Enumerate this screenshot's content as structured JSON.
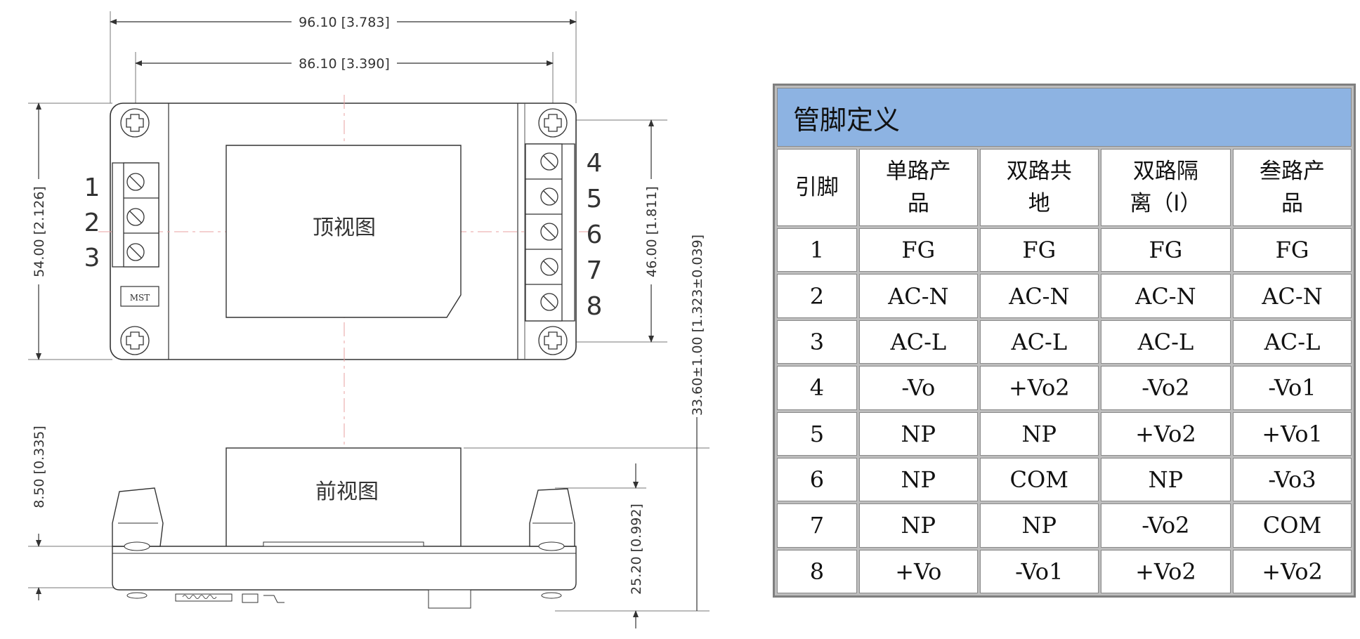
{
  "dimensions": {
    "overall_width": "96.10 [3.783]",
    "hole_spacing_width": "86.10 [3.390]",
    "overall_depth": "54.00 [2.126]",
    "hole_spacing_depth": "46.00 [1.811]",
    "total_height": "33.60±1.00 [1.323±0.039]",
    "base_height": "8.50 [0.335]",
    "terminal_height": "25.20 [0.992]"
  },
  "views": {
    "top": "顶视图",
    "front": "前视图"
  },
  "terminal_marks": {
    "left_pins": [
      "1",
      "2",
      "3"
    ],
    "right_pins": [
      "4",
      "5",
      "6",
      "7",
      "8"
    ],
    "logo": "MST"
  },
  "pin_table": {
    "title": "管脚定义",
    "headers": [
      [
        "引脚"
      ],
      [
        "单路产",
        "品"
      ],
      [
        "双路共",
        "地"
      ],
      [
        "双路隔",
        "离（I）"
      ],
      [
        "叁路产",
        "品"
      ]
    ],
    "rows": [
      [
        "1",
        "FG",
        "FG",
        "FG",
        "FG"
      ],
      [
        "2",
        "AC-N",
        "AC-N",
        "AC-N",
        "AC-N"
      ],
      [
        "3",
        "AC-L",
        "AC-L",
        "AC-L",
        "AC-L"
      ],
      [
        "4",
        "-Vo",
        "+Vo2",
        "-Vo2",
        "-Vo1"
      ],
      [
        "5",
        "NP",
        "NP",
        "+Vo2",
        "+Vo1"
      ],
      [
        "6",
        "NP",
        "COM",
        "NP",
        "-Vo3"
      ],
      [
        "7",
        "NP",
        "NP",
        "-Vo2",
        "COM"
      ],
      [
        "8",
        "+Vo",
        "-Vo1",
        "+Vo2",
        "+Vo2"
      ]
    ]
  }
}
